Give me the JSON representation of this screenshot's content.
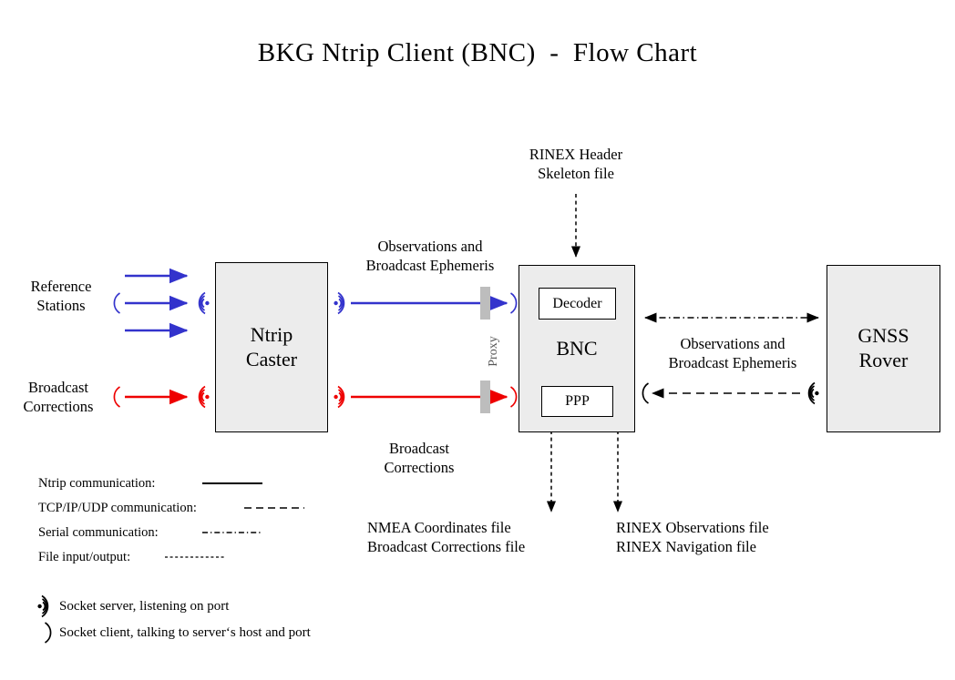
{
  "title": "BKG Ntrip Client (BNC)  -  Flow Chart",
  "nodes": {
    "ntrip_caster": {
      "line1": "Ntrip",
      "line2": "Caster"
    },
    "bnc": {
      "title": "BNC",
      "decoder": "Decoder",
      "ppp": "PPP",
      "proxy": "Proxy"
    },
    "gnss_rover": {
      "line1": "GNSS",
      "line2": "Rover"
    }
  },
  "labels": {
    "reference_stations": "Reference\nStations",
    "broadcast_corrections_in": "Broadcast\nCorrections",
    "obs_eph_left": "Observations and\nBroadcast Ephemeris",
    "broadcast_corrections_mid": "Broadcast\nCorrections",
    "rinex_header": "RINEX Header\nSkeleton file",
    "obs_eph_right": "Observations and\nBroadcast Ephemeris",
    "nmea_files": "NMEA Coordinates file\nBroadcast Corrections file",
    "rinex_files": "RINEX Observations file\nRINEX Navigation file"
  },
  "legend": {
    "lines": [
      {
        "label": "Ntrip communication:",
        "style": "solid"
      },
      {
        "label": "TCP/IP/UDP communication:",
        "style": "dashed"
      },
      {
        "label": "Serial communication:",
        "style": "dash-dot"
      },
      {
        "label": "File input/output:",
        "style": "dotted"
      }
    ],
    "sockets": [
      {
        "icon": "socket-server-icon",
        "label": "Socket server, listening on port"
      },
      {
        "icon": "socket-client-icon",
        "label": "Socket client, talking to server‘s host and port"
      }
    ]
  },
  "colors": {
    "blue": "#3333cc",
    "red": "#ee0000",
    "box_fill": "#ececec",
    "proxy_bar": "#bdbdbd",
    "stroke": "#000000"
  }
}
